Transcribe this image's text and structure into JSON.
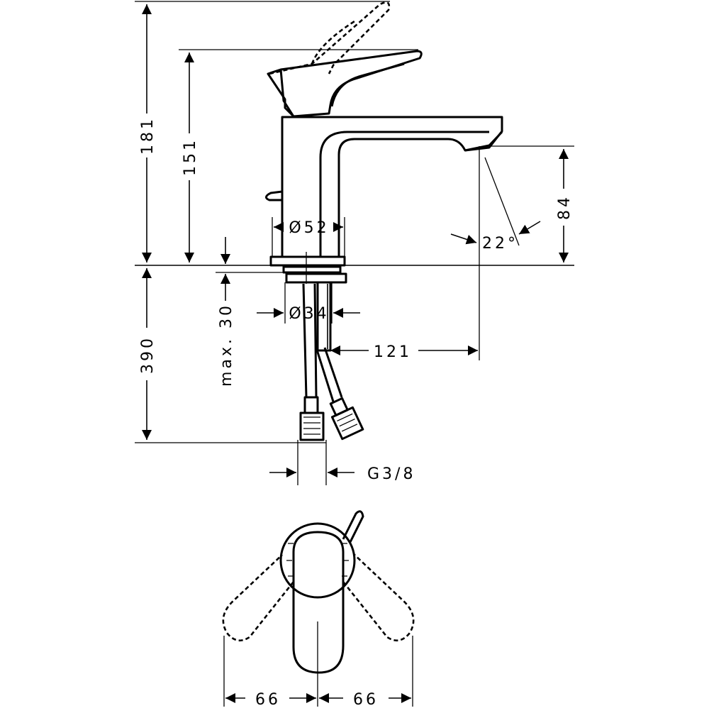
{
  "dimensions": {
    "total_height": "181",
    "spout_height": "151",
    "outlet_height": "84",
    "spray_angle": "22°",
    "base_diameter": "Ø52",
    "shank_diameter": "Ø34",
    "max_thickness": "max. 30",
    "projection": "121",
    "hose_length": "390",
    "connection_thread": "G3/8",
    "swing_left": "66",
    "swing_right": "66"
  }
}
